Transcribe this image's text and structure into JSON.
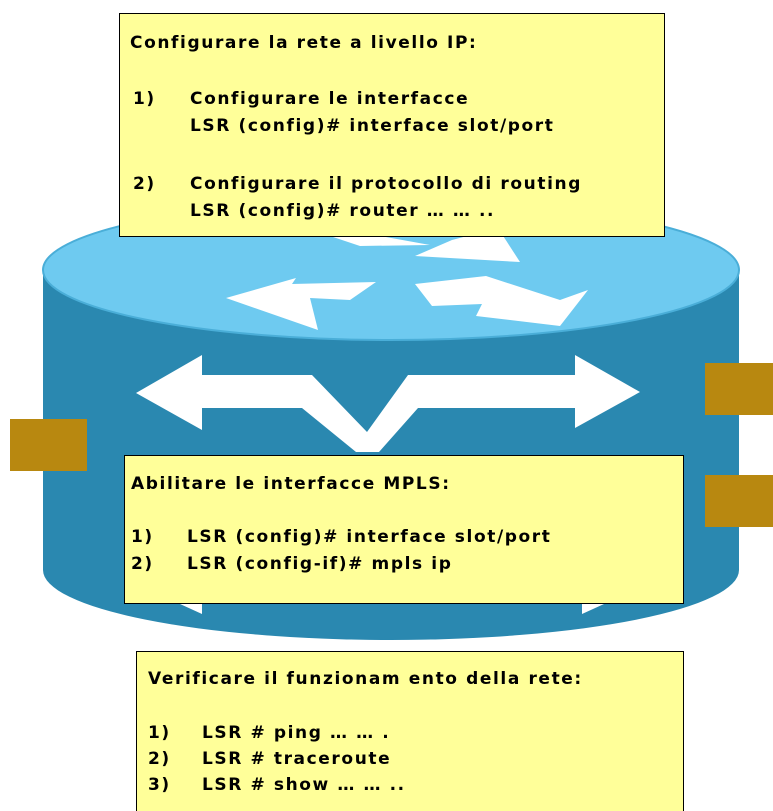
{
  "colors": {
    "cylinder_body": "#2a88b0",
    "cylinder_top": "#6ecaf0",
    "arrows": "#ffffff",
    "ports": "#b88810",
    "note_fill": "#ffff99"
  },
  "note_ip": {
    "title": "Configurare la rete a livello IP:",
    "steps": [
      {
        "num": "1)",
        "line1": "Configurare le interfacce",
        "line2": "LSR (config)# interface slot/port"
      },
      {
        "num": "2)",
        "line1": "Configurare il protocollo di routing",
        "line2": "LSR (config)# router … … .."
      }
    ]
  },
  "note_mpls": {
    "title": "Abilitare le interfacce MPLS:",
    "steps": [
      {
        "num": "1)",
        "text": "LSR (config)# interface slot/port"
      },
      {
        "num": "2)",
        "text": "LSR (config-if)# mpls ip"
      }
    ]
  },
  "note_verify": {
    "title": "Verificare il funzionam ento della rete:",
    "steps": [
      {
        "num": "1)",
        "text": "LSR # ping … … ."
      },
      {
        "num": "2)",
        "text": "LSR # traceroute"
      },
      {
        "num": "3)",
        "text": "LSR # show … … .."
      }
    ]
  }
}
